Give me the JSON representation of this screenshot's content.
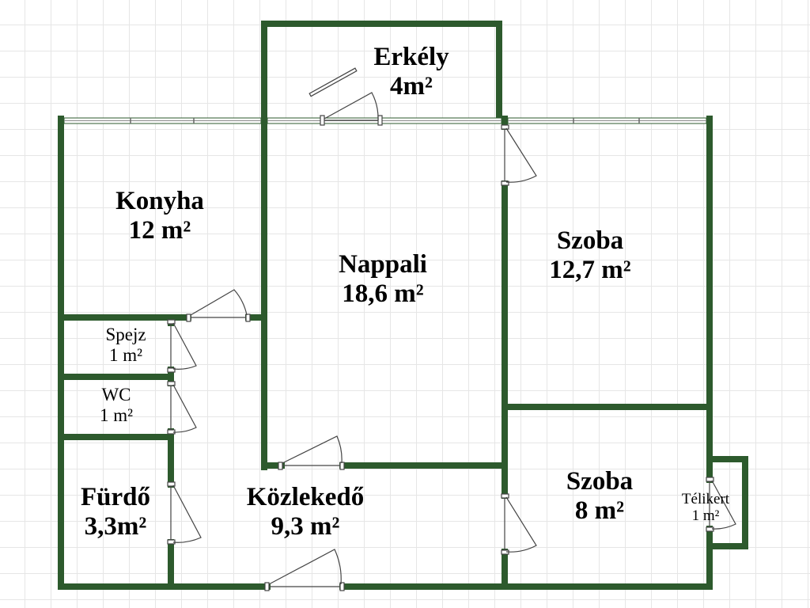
{
  "floor_plan": {
    "wall_color": "#2d5a2d",
    "rooms": [
      {
        "id": "erkely",
        "name": "Erkély",
        "area": "4m²"
      },
      {
        "id": "konyha",
        "name": "Konyha",
        "area": "12 m²"
      },
      {
        "id": "nappali",
        "name": "Nappali",
        "area": "18,6 m²"
      },
      {
        "id": "szoba1",
        "name": "Szoba",
        "area": "12,7 m²"
      },
      {
        "id": "spejz",
        "name": "Spejz",
        "area": "1 m²"
      },
      {
        "id": "wc",
        "name": "WC",
        "area": "1 m²"
      },
      {
        "id": "furdo",
        "name": "Fürdő",
        "area": "3,3m²"
      },
      {
        "id": "kozlekedo",
        "name": "Közlekedő",
        "area": "9,3 m²"
      },
      {
        "id": "szoba2",
        "name": "Szoba",
        "area": "8 m²"
      },
      {
        "id": "telikert",
        "name": "Télikert",
        "area": "1 m²"
      }
    ]
  }
}
